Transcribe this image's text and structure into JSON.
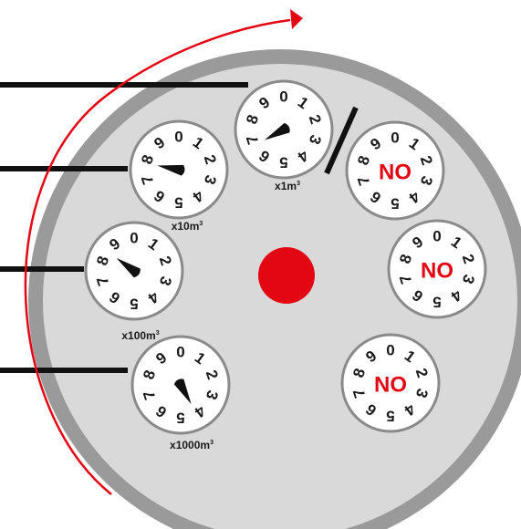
{
  "colors": {
    "accent": "#e30613",
    "outer_ring": "#9a9a9a",
    "face": "#d9d9d9",
    "dial_face": "#ffffff",
    "ink": "#1a1a1a"
  },
  "dial_digits": [
    "0",
    "1",
    "2",
    "3",
    "4",
    "5",
    "6",
    "7",
    "8",
    "9"
  ],
  "dials": [
    {
      "id": "dial-x1m3",
      "label": "x1m",
      "superscript": "3",
      "pointer_value": 6.7
    },
    {
      "id": "dial-x10m3",
      "label": "x10m",
      "superscript": "3",
      "pointer_value": 7.8
    },
    {
      "id": "dial-x100m3",
      "label": "x100m",
      "superscript": "3",
      "pointer_value": 8.5
    },
    {
      "id": "dial-x1000m3",
      "label": "x1000m",
      "superscript": "3",
      "pointer_value": 4.2
    }
  ],
  "unused_dials": [
    {
      "id": "unused-dial-1",
      "text": "NO"
    },
    {
      "id": "unused-dial-2",
      "text": "NO"
    },
    {
      "id": "unused-dial-3",
      "text": "NO"
    }
  ],
  "icons": {
    "rotation_arrow": "curved-arrow-icon",
    "center_marker": "red-dot-icon"
  }
}
